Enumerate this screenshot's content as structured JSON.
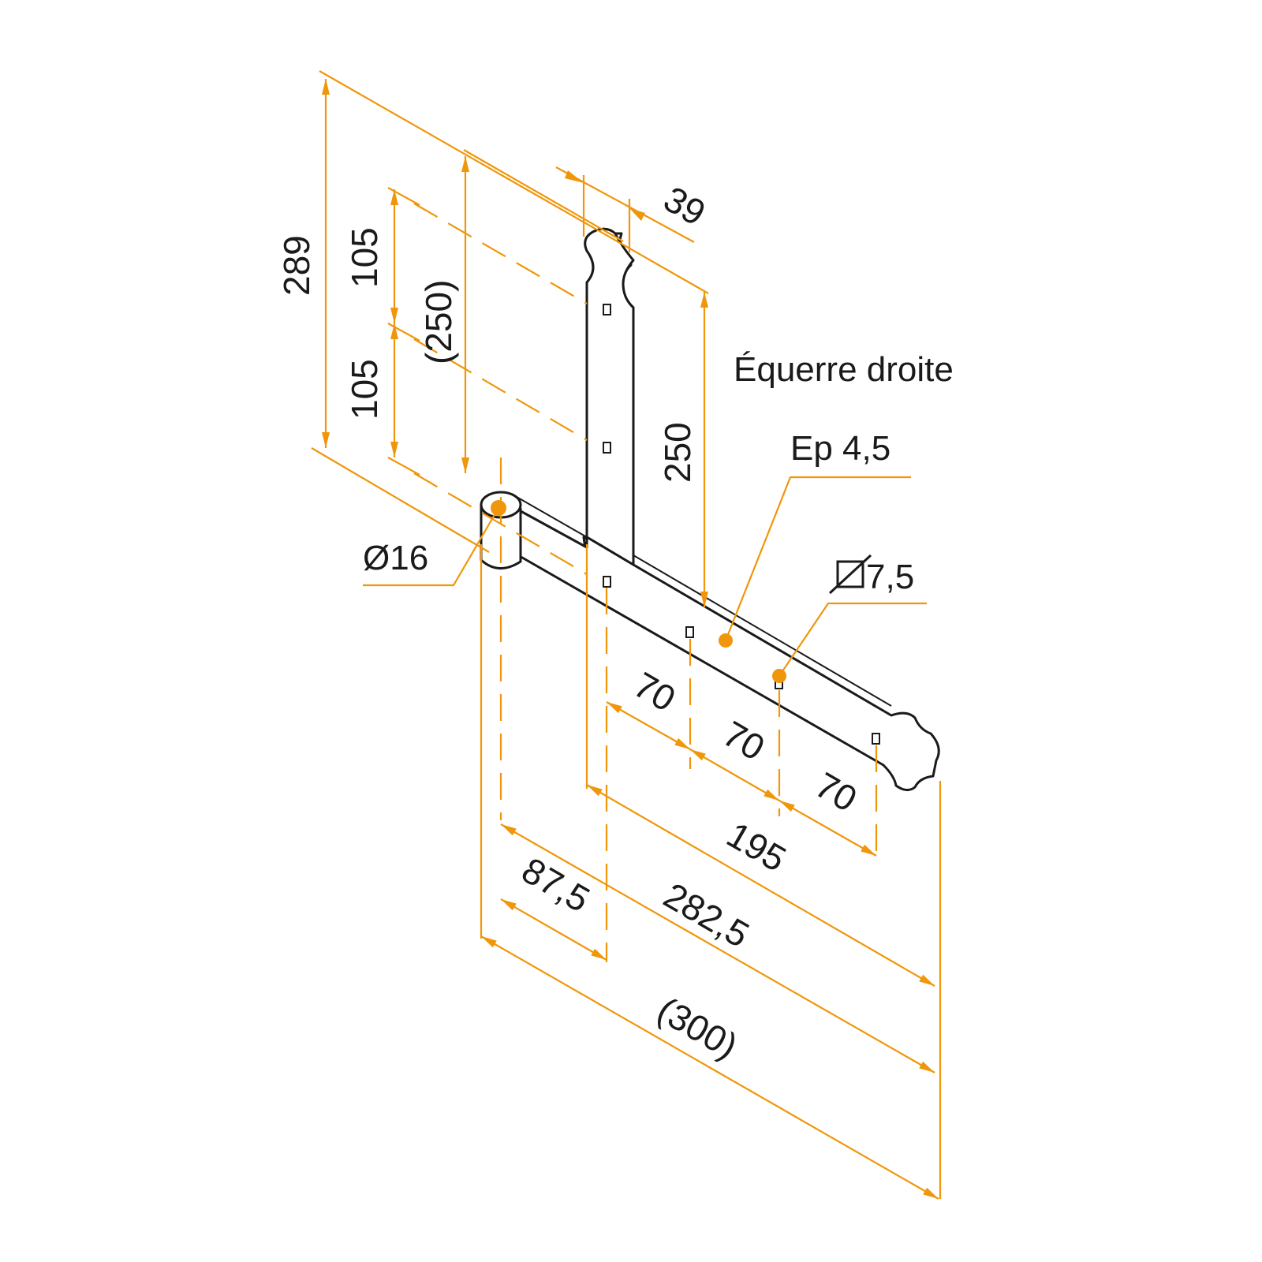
{
  "title": "Équerre droite",
  "thickness_label": "Ep 4,5",
  "pin_diameter_label": "Ø16",
  "hole_diameter_label": "7,5",
  "dimensions": {
    "total_height": "289",
    "hole_pitch_upper": "105",
    "hole_pitch_lower": "105",
    "vertical_arm_ref": "(250)",
    "vertical_arm": "250",
    "arm_width": "39",
    "hole_spacing_1": "70",
    "hole_spacing_2": "70",
    "hole_spacing_3": "70",
    "horizontal_195": "195",
    "pin_offset": "87,5",
    "horizontal_282": "282,5",
    "overall_length": "(300)"
  },
  "colors": {
    "dimension": "#f0960a",
    "outline": "#1a1a1a"
  }
}
